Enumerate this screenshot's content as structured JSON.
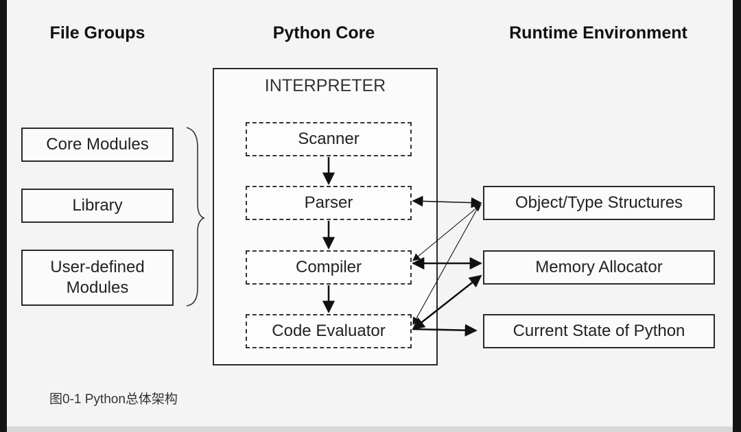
{
  "columns": {
    "file_groups": "File Groups",
    "python_core": "Python Core",
    "runtime_environment": "Runtime Environment"
  },
  "file_groups": {
    "core_modules": "Core Modules",
    "library": "Library",
    "user_defined_modules": "User-defined Modules"
  },
  "interpreter": {
    "title": "INTERPRETER",
    "scanner": "Scanner",
    "parser": "Parser",
    "compiler": "Compiler",
    "code_evaluator": "Code Evaluator"
  },
  "runtime": {
    "object_type_structures": "Object/Type Structures",
    "memory_allocator": "Memory Allocator",
    "current_state": "Current State of Python"
  },
  "caption": "图0-1 Python总体架构"
}
